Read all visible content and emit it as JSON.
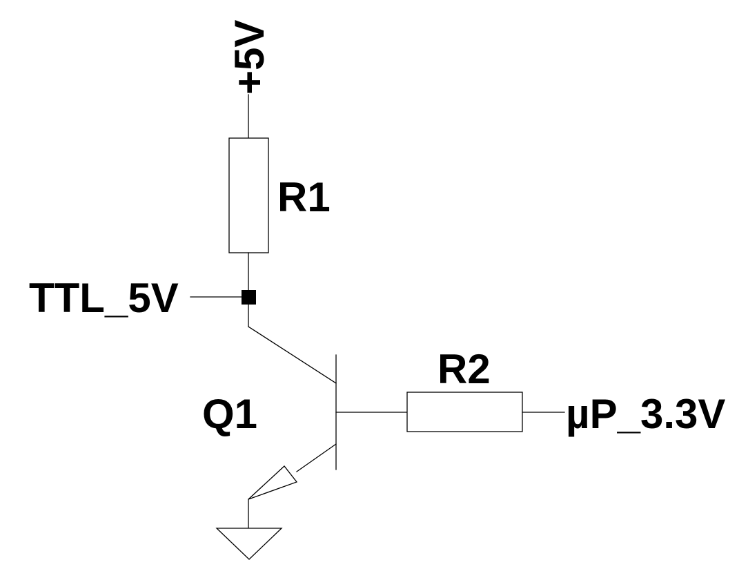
{
  "labels": {
    "supply": "+5V",
    "r1": "R1",
    "ttl_net": "TTL_5V",
    "r2": "R2",
    "q1": "Q1",
    "up_net": "µP_3.3V"
  }
}
